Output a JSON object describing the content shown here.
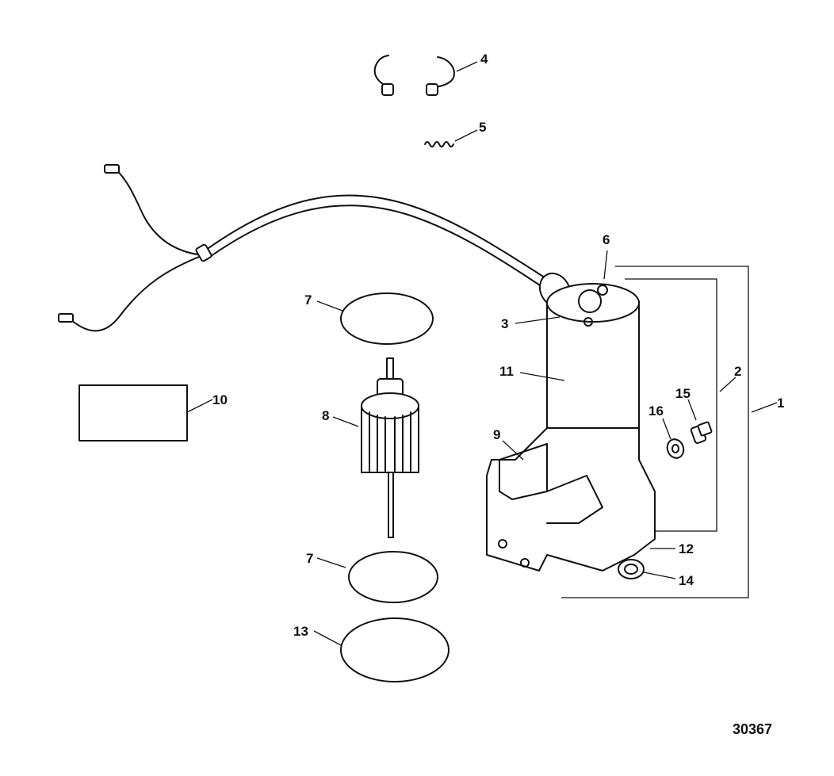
{
  "callouts": [
    {
      "id": "c4",
      "text": "4"
    },
    {
      "id": "c5",
      "text": "5"
    },
    {
      "id": "c6",
      "text": "6"
    },
    {
      "id": "c7a",
      "text": "7"
    },
    {
      "id": "c3",
      "text": "3"
    },
    {
      "id": "c11",
      "text": "11"
    },
    {
      "id": "c2",
      "text": "2"
    },
    {
      "id": "c15",
      "text": "15"
    },
    {
      "id": "c1",
      "text": "1"
    },
    {
      "id": "c16",
      "text": "16"
    },
    {
      "id": "c10",
      "text": "10"
    },
    {
      "id": "c8",
      "text": "8"
    },
    {
      "id": "c9",
      "text": "9"
    },
    {
      "id": "c12",
      "text": "12"
    },
    {
      "id": "c7b",
      "text": "7"
    },
    {
      "id": "c14",
      "text": "14"
    },
    {
      "id": "c13",
      "text": "13"
    }
  ],
  "figure_number": "30367"
}
